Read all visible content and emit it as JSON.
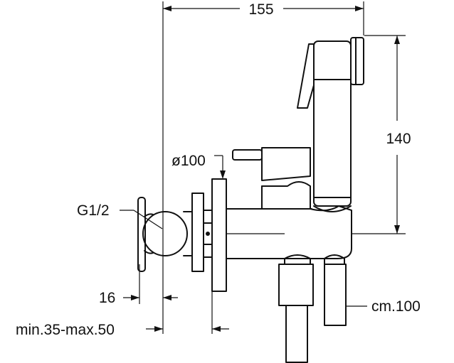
{
  "drawing": {
    "colors": {
      "line": "#111111",
      "background": "#ffffff"
    },
    "dimensions": {
      "width_total": "155",
      "height_handshower": "140",
      "flange_diameter": "ø100",
      "thread": "G1/2",
      "valve_offset": "16",
      "wall_depth": "min.35-max.50",
      "hose_length": "cm.100"
    }
  }
}
